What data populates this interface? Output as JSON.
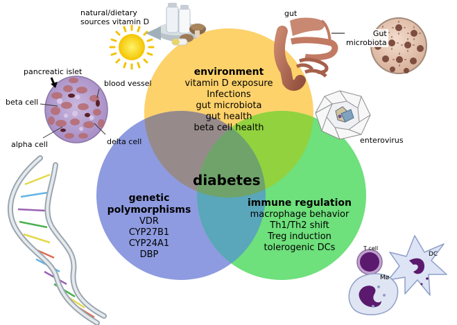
{
  "venn": {
    "environment": {
      "title": "environment",
      "items": [
        "vitamin D exposure",
        "Infections",
        "gut microbiota",
        "gut health",
        "beta cell health"
      ],
      "color": "#fdd26b"
    },
    "genetic": {
      "title_line1": "genetic",
      "title_line2": "polymorphisms",
      "items": [
        "VDR",
        "CYP27B1",
        "CYP24A1",
        "DBP"
      ],
      "color": "#8e9be0"
    },
    "immune": {
      "title": "immune regulation",
      "items": [
        "macrophage behavior",
        "Th1/Th2 shift",
        "Treg induction",
        "tolerogenic DCs"
      ],
      "color": "#6ee07c"
    },
    "center_label": "diabetes"
  },
  "labels": {
    "natural_sources": [
      "natural/dietary",
      "sources vitamin D"
    ],
    "pancreatic_islet": "pancreatic islet",
    "beta_cell": "beta cell",
    "blood_vessel": "blood vessel",
    "alpha_cell": "alpha cell",
    "delta_cell": "delta cell",
    "gut": "gut",
    "gut_microbiota": [
      "Gut",
      "microbiota"
    ],
    "enterovirus": "enterovirus",
    "t_cell": "T cell",
    "dc": "DC",
    "macrophage": "Mø"
  },
  "icons": [
    "sun-icon",
    "food-sources-icon",
    "pancreatic-islet-icon",
    "intestine-icon",
    "microbiota-icon",
    "enterovirus-icon",
    "dna-helix-icon",
    "t-cell-icon",
    "dendritic-cell-icon",
    "macrophage-icon"
  ]
}
